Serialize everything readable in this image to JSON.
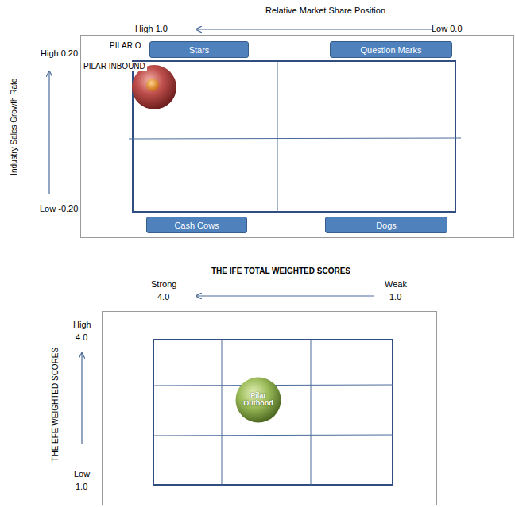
{
  "diagram": {
    "nodes": [
      {
        "text": [
          "Stars"
        ]
      },
      {
        "text": [
          "Question Marks"
        ]
      },
      {
        "text": [
          "Cash Cows"
        ]
      },
      {
        "text": [
          "Dogs"
        ]
      },
      {
        "text": [
          "Pilar Outbond"
        ]
      }
    ],
    "labels": [
      "Relative Market Share Position",
      "High 1.0",
      "Low 0.0",
      "Industry Sales Growth Rate",
      "High 0.20",
      "Low -0.20",
      "PILAR O",
      "PILAR INBOUND",
      "THE IFE TOTAL WEIGHTED SCORES",
      "Strong",
      "4.0",
      "Weak",
      "1.0",
      "High",
      "4.0",
      "THE EFE WEIGHTED SCORES",
      "Low",
      "1.0"
    ]
  }
}
